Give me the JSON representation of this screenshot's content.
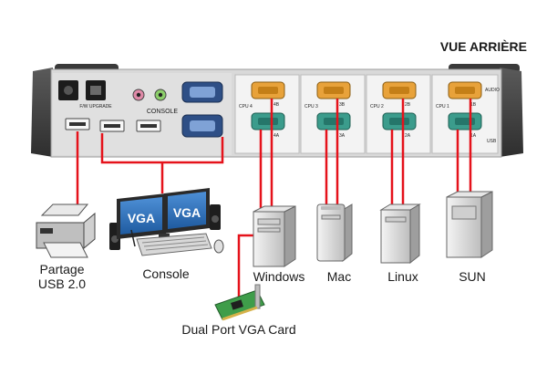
{
  "heading": "VUE ARRIÈRE",
  "panel": {
    "fw_label": "F/W UPGRADE",
    "console_label": "CONSOLE",
    "ports": [
      {
        "cpu": "CPU 4",
        "a": "4B",
        "b": "4A"
      },
      {
        "cpu": "CPU 3",
        "a": "3B",
        "b": "3A"
      },
      {
        "cpu": "CPU 2",
        "a": "2B",
        "b": "2A"
      },
      {
        "cpu": "CPU 1",
        "a": "1B",
        "b": "1A"
      }
    ],
    "audio_label": "AUDIO",
    "usb_label": "USB"
  },
  "devices": {
    "printer_label": "Partage\nUSB 2.0",
    "console_label": "Console",
    "monitor_text": "VGA",
    "windows_label": "Windows",
    "mac_label": "Mac",
    "linux_label": "Linux",
    "sun_label": "SUN",
    "card_label": "Dual Port VGA Card"
  },
  "colors": {
    "cable": "#e5121b",
    "panel": "#e4e4e4",
    "vga_port_orange": "#e8a23a",
    "vga_port_teal": "#3b9c8c",
    "monitor_blue": "#2f6fb8"
  }
}
